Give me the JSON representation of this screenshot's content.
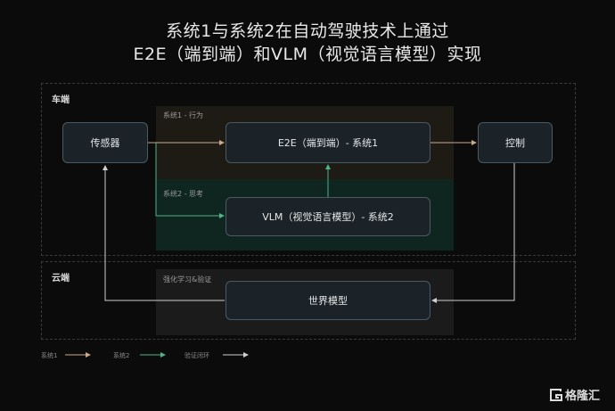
{
  "title": {
    "line1": "系统1与系统2在自动驾驶技术上通过",
    "line2": "E2E（端到端）和VLM（视觉语言模型）实现"
  },
  "regions": {
    "vehicle": "车端",
    "cloud": "云端"
  },
  "subareas": {
    "system1": "系统1 - 行为",
    "system2": "系统2 - 思考",
    "rl": "强化学习&验证"
  },
  "nodes": {
    "sensor": "传感器",
    "e2e": "E2E（端到端）- 系统1",
    "control": "控制",
    "vlm": "VLM（视觉语言模型）- 系统2",
    "world_model": "世界模型"
  },
  "legend": {
    "system1": "系统1",
    "system2": "系统2",
    "loop": "验证闭环"
  },
  "brand": {
    "name": "格隆汇",
    "icon": "gelonghui-logo-icon"
  },
  "colors": {
    "background": "#0b0b0b",
    "system1_arrow": "#c8a98a",
    "system2_arrow": "#4fb48a",
    "loop_arrow": "#cfcfcf",
    "system1_area": "#1e1a14",
    "system2_area": "#0f2520",
    "rl_area": "#1b1b1b"
  }
}
